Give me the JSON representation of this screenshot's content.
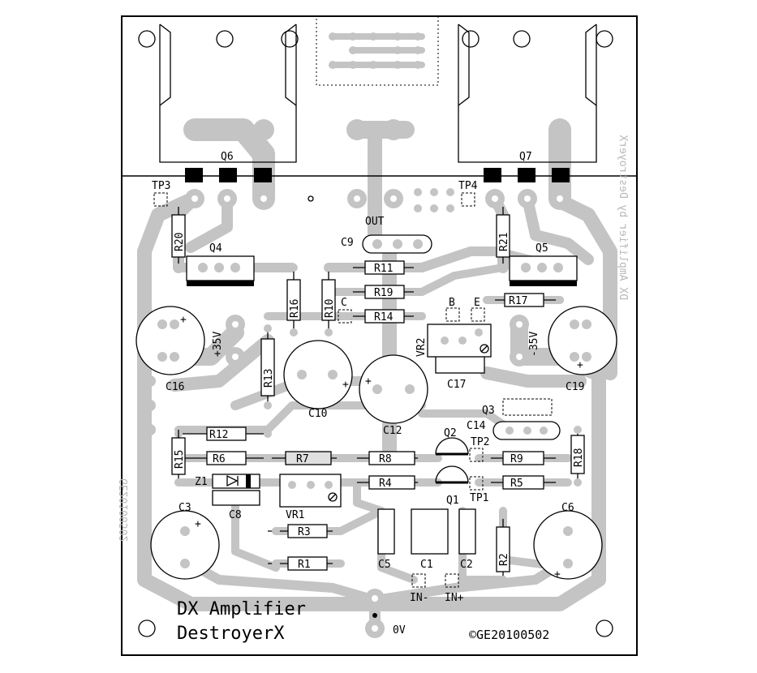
{
  "board": {
    "title": "DX Amplifier",
    "author": "DestroyerX",
    "copyright": "©GE20100502",
    "mirrored_left": "GE20100502",
    "mirrored_right": "DX Amplifier by DestroyerX"
  },
  "designators": {
    "q6": "Q6",
    "q7": "Q7",
    "q4": "Q4",
    "q5": "Q5",
    "q1": "Q1",
    "q2": "Q2",
    "q3": "Q3",
    "tp1": "TP1",
    "tp2": "TP2",
    "tp3": "TP3",
    "tp4": "TP4",
    "r1": "R1",
    "r2": "R2",
    "r3": "R3",
    "r4": "R4",
    "r5": "R5",
    "r6": "R6",
    "r7": "R7",
    "r8": "R8",
    "r9": "R9",
    "r10": "R10",
    "r11": "R11",
    "r12": "R12",
    "r13": "R13",
    "r14": "R14",
    "r15": "R15",
    "r16": "R16",
    "r17": "R17",
    "r18": "R18",
    "r19": "R19",
    "r20": "R20",
    "r21": "R21",
    "c1": "C1",
    "c2": "C2",
    "c3": "C3",
    "c5": "C5",
    "c6": "C6",
    "c8": "C8",
    "c9": "C9",
    "c10": "C10",
    "c12": "C12",
    "c14": "C14",
    "c16": "C16",
    "c17": "C17",
    "c19": "C19",
    "vr1": "VR1",
    "vr2": "VR2",
    "z1": "Z1",
    "out": "OUT",
    "b": "B",
    "e": "E",
    "c": "C",
    "in_minus": "IN-",
    "in_plus": "IN+",
    "gnd": "0V",
    "v_pos": "+35V",
    "v_neg": "-35V",
    "plus": "+"
  },
  "colors": {
    "copper": "#c4c4c4",
    "silk": "#000000",
    "mirror": "#b8b8b8"
  }
}
